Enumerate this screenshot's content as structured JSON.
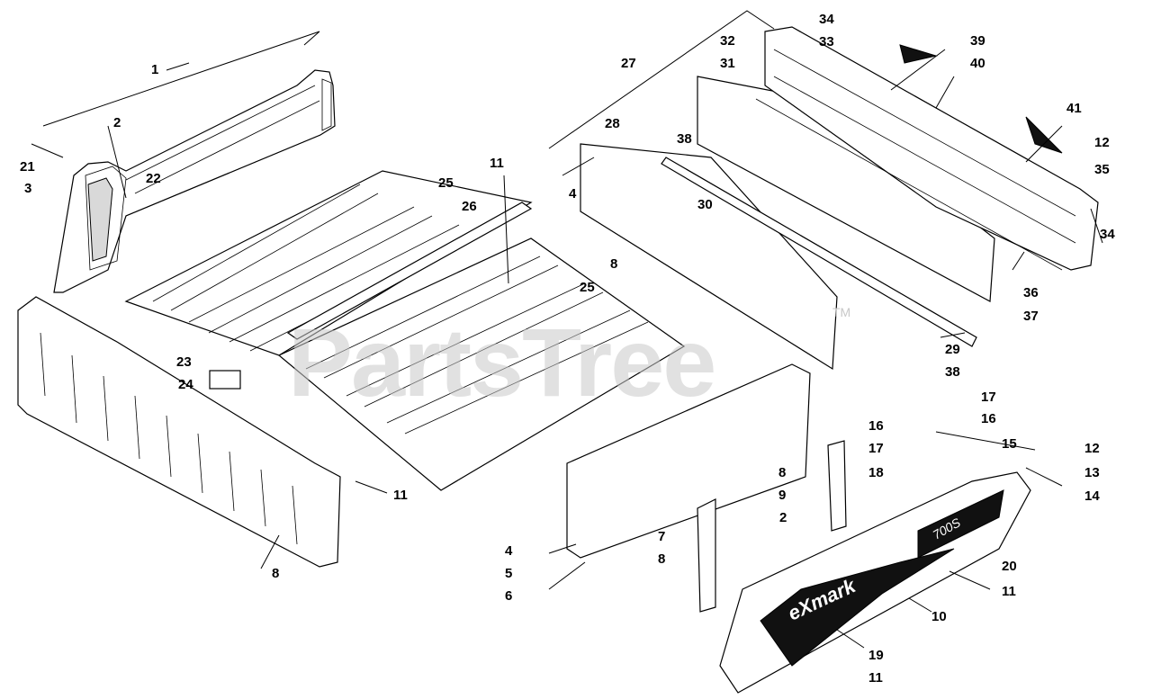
{
  "watermark": {
    "text": "PartsTree",
    "trademark": "TM"
  },
  "decals": {
    "brand": "eXmark",
    "model": "700S"
  },
  "callouts": [
    {
      "id": "c1",
      "label": "1"
    },
    {
      "id": "c2a",
      "label": "2"
    },
    {
      "id": "c21",
      "label": "21"
    },
    {
      "id": "c3",
      "label": "3"
    },
    {
      "id": "c22",
      "label": "22"
    },
    {
      "id": "c11a",
      "label": "11"
    },
    {
      "id": "c25a",
      "label": "25"
    },
    {
      "id": "c26",
      "label": "26"
    },
    {
      "id": "c8a",
      "label": "8"
    },
    {
      "id": "c25b",
      "label": "25"
    },
    {
      "id": "c23",
      "label": "23"
    },
    {
      "id": "c24",
      "label": "24"
    },
    {
      "id": "c11b",
      "label": "11"
    },
    {
      "id": "c8b",
      "label": "8"
    },
    {
      "id": "c27",
      "label": "27"
    },
    {
      "id": "c28",
      "label": "28"
    },
    {
      "id": "c4a",
      "label": "4"
    },
    {
      "id": "c31",
      "label": "31"
    },
    {
      "id": "c32",
      "label": "32"
    },
    {
      "id": "c33",
      "label": "33"
    },
    {
      "id": "c34a",
      "label": "34"
    },
    {
      "id": "c39",
      "label": "39"
    },
    {
      "id": "c40",
      "label": "40"
    },
    {
      "id": "c41",
      "label": "41"
    },
    {
      "id": "c38a",
      "label": "38"
    },
    {
      "id": "c30",
      "label": "30"
    },
    {
      "id": "c12a",
      "label": "12"
    },
    {
      "id": "c35",
      "label": "35"
    },
    {
      "id": "c34b",
      "label": "34"
    },
    {
      "id": "c36",
      "label": "36"
    },
    {
      "id": "c37",
      "label": "37"
    },
    {
      "id": "c29",
      "label": "29"
    },
    {
      "id": "c38b",
      "label": "38"
    },
    {
      "id": "c17a",
      "label": "17"
    },
    {
      "id": "c16a",
      "label": "16"
    },
    {
      "id": "c16b",
      "label": "16"
    },
    {
      "id": "c17b",
      "label": "17"
    },
    {
      "id": "c15",
      "label": "15"
    },
    {
      "id": "c12b",
      "label": "12"
    },
    {
      "id": "c18",
      "label": "18"
    },
    {
      "id": "c13",
      "label": "13"
    },
    {
      "id": "c14",
      "label": "14"
    },
    {
      "id": "c8c",
      "label": "8"
    },
    {
      "id": "c9",
      "label": "9"
    },
    {
      "id": "c2b",
      "label": "2"
    },
    {
      "id": "c7",
      "label": "7"
    },
    {
      "id": "c4b",
      "label": "4"
    },
    {
      "id": "c8d",
      "label": "8"
    },
    {
      "id": "c5",
      "label": "5"
    },
    {
      "id": "c6",
      "label": "6"
    },
    {
      "id": "c20",
      "label": "20"
    },
    {
      "id": "c11c",
      "label": "11"
    },
    {
      "id": "c10",
      "label": "10"
    },
    {
      "id": "c19",
      "label": "19"
    },
    {
      "id": "c11d",
      "label": "11"
    }
  ]
}
